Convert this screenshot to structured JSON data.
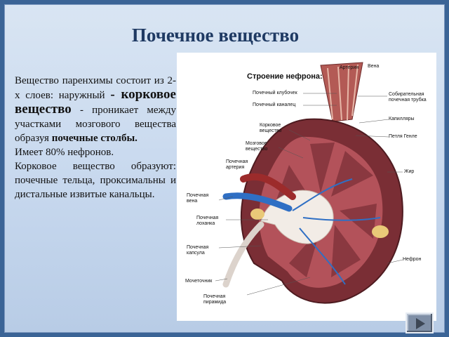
{
  "slide": {
    "title": "Почечное вещество",
    "text": {
      "p1_a": "Вещество паренхимы состоит из 2-х слоев: наружный ",
      "p1_b": "- корковое вещество",
      "p1_c": " - проникает между участками мозгового вещества образуя ",
      "p1_d": "почечные столбы.",
      "p2": "Имеет  80% нефронов.",
      "p3": "Корковое вещество образуют: почечные тельца, проксимальны и дистальные извитые канальцы."
    }
  },
  "figure": {
    "title": "Строение нефрона:",
    "labels": {
      "artery": "Артерия",
      "vein": "Вена",
      "glomerulus": "Почечный клубочек",
      "tubule": "Почечный каналец",
      "collecting": "Собирательная\nпочечная трубка",
      "capillaries": "Капилляры",
      "cortex": "Корковое\nвещество",
      "medulla": "Мозговое\nвещество",
      "loop": "Петля Генле",
      "renal_artery": "Почечная\nартерия",
      "fat": "Жир",
      "renal_vein": "Почечная\nвена",
      "pelvis": "Почечная\nлоханка",
      "capsule": "Почечная\nкапсула",
      "nephron": "Нефрон",
      "ureter": "Мочеточник",
      "pyramid": "Почечная\nпирамида"
    },
    "colors": {
      "cortex": "#7a2e35",
      "medulla": "#b3525a",
      "vein": "#2f6fc4",
      "artery": "#9c2b2b"
    }
  },
  "nav": {
    "icon": "play-triangle-icon"
  }
}
